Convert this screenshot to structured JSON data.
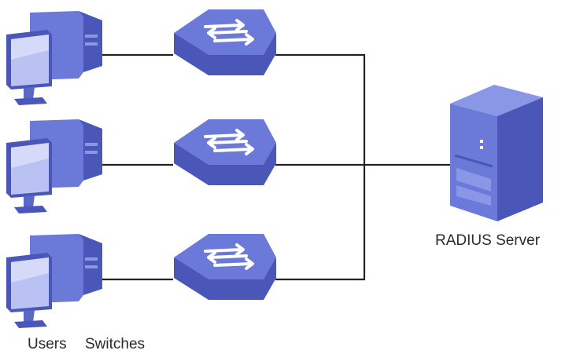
{
  "labels": {
    "server": "RADIUS Server",
    "users": "Users",
    "switches": "Switches"
  },
  "colors": {
    "device_front": "#6b79d9",
    "device_side": "#4a57b8",
    "device_top": "#8a96e6",
    "screen": "#b9c2f2",
    "link": "#222222"
  },
  "icons": {
    "user": "desktop-computer-icon",
    "switch": "network-switch-icon",
    "server": "server-tower-icon"
  }
}
